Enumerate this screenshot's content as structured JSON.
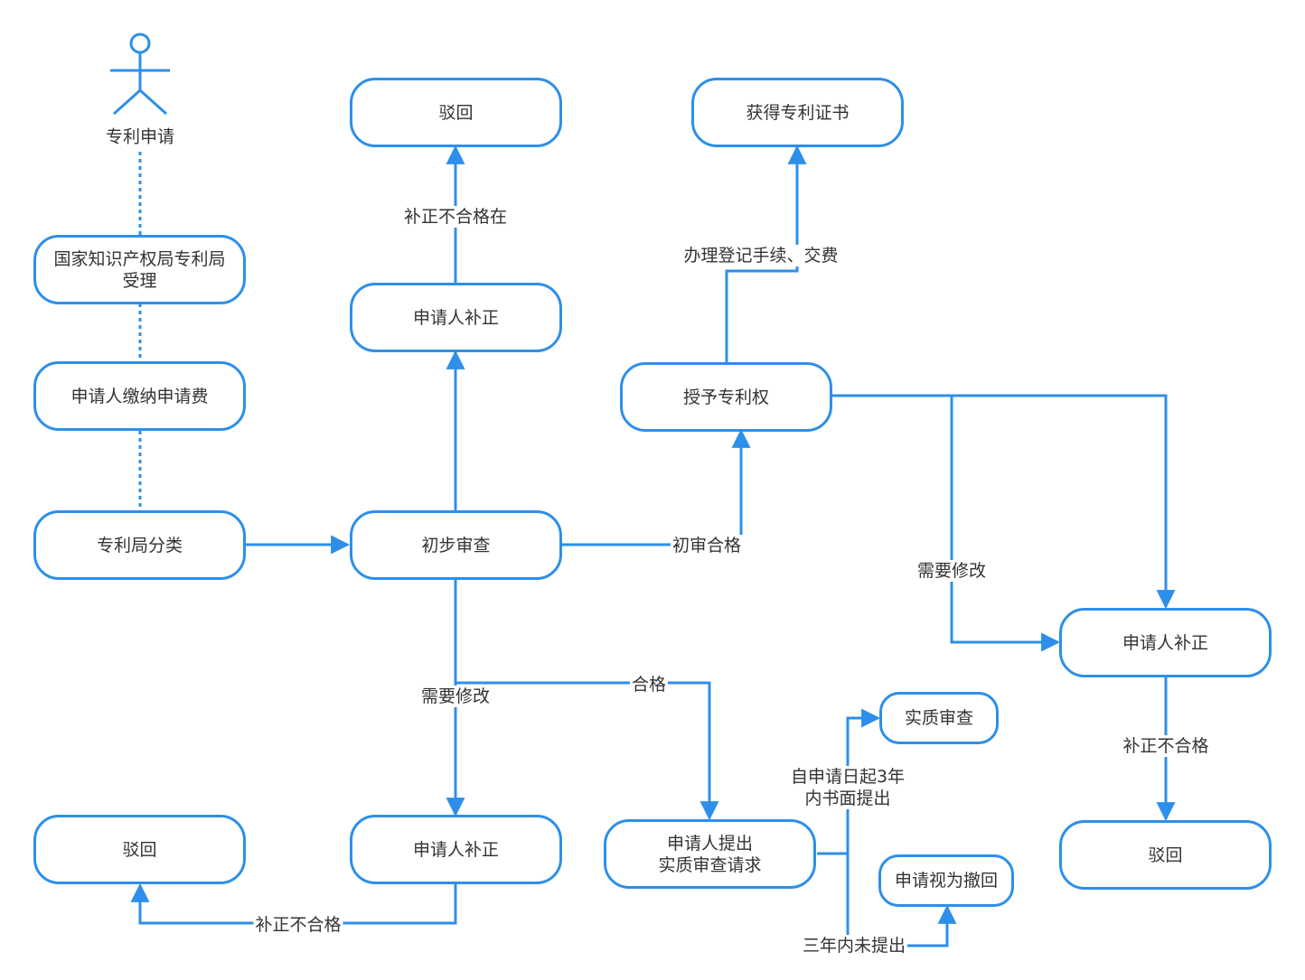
{
  "colors": {
    "stroke": "#2d8fe9",
    "text": "#333333",
    "background": "#ffffff"
  },
  "actor": {
    "label": "专利申请",
    "icon": "person-icon"
  },
  "nodes": {
    "accept": "国家知识产权局专利局\n受理",
    "pay_fee": "申请人缴纳申请费",
    "classify": "专利局分类",
    "prelim_exam": "初步审查",
    "correction_top": "申请人补正",
    "reject_top": "驳回",
    "grant": "授予专利权",
    "certificate": "获得专利证书",
    "correction_right": "申请人补正",
    "reject_right": "驳回",
    "correction_bottom": "申请人补正",
    "reject_bottom_left": "驳回",
    "submit_substantive": "申请人提出\n实质审查请求",
    "substantive_exam": "实质审查",
    "withdrawn": "申请视为撤回"
  },
  "edges": {
    "correction_fail_top": "补正不合格在",
    "register_fee": "办理登记手续、交费",
    "prelim_pass": "初审合格",
    "needs_change_right": "需要修改",
    "correction_fail_right": "补正不合格",
    "qualified": "合格",
    "needs_change_bottom": "需要修改",
    "correction_fail_bottom": "补正不合格",
    "within_3_years": "自申请日起3年\n内书面提出",
    "not_within_3_years": "三年内未提出"
  }
}
